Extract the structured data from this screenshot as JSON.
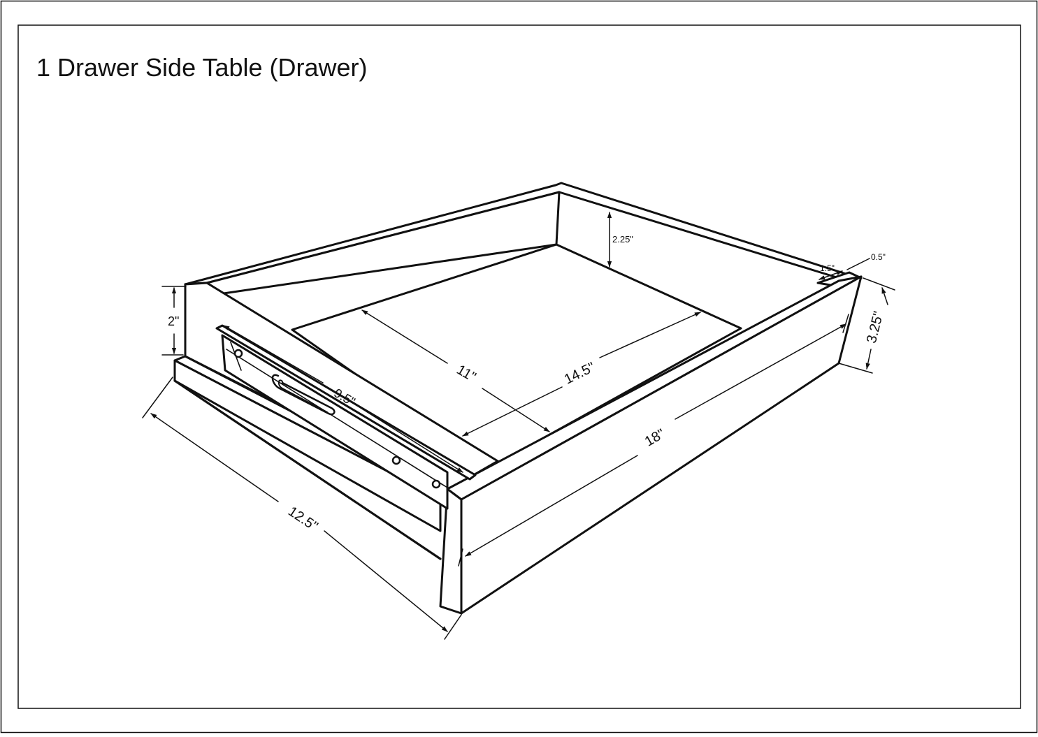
{
  "title": "1 Drawer Side Table (Drawer)",
  "dimensions": {
    "inner_depth_height": "2.25\"",
    "rear_offset": "1.5\"",
    "side_thickness": "0.5\"",
    "side_height": "3.25\"",
    "side_length": "18\"",
    "inner_width": "11\"",
    "inner_length": "14.5\"",
    "slide_length": "9.5\"",
    "front_lip_height": "2\"",
    "front_width": "12.5\""
  },
  "colors": {
    "line": "#111111",
    "background": "#ffffff"
  }
}
